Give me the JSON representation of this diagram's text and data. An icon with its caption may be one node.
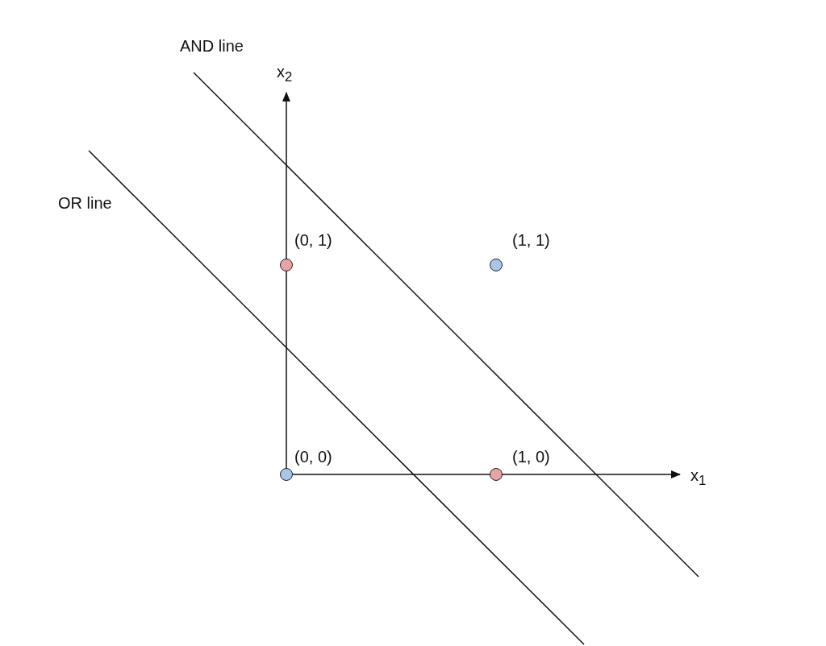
{
  "diagram": {
    "nodes": [
      {
        "text": [],
        "shape": "circle",
        "beside": [
          "(0, 1)"
        ]
      },
      {
        "text": [],
        "shape": "circle",
        "beside": [
          "(1, 1)"
        ]
      },
      {
        "text": [],
        "shape": "circle",
        "beside": [
          "(0, 0)"
        ]
      },
      {
        "text": [],
        "shape": "circle",
        "beside": [
          "(1, 0)"
        ]
      }
    ],
    "edges": [],
    "labels": [
      "AND line",
      "x$_{2}$",
      "OR line",
      "x$_{1}$"
    ]
  }
}
